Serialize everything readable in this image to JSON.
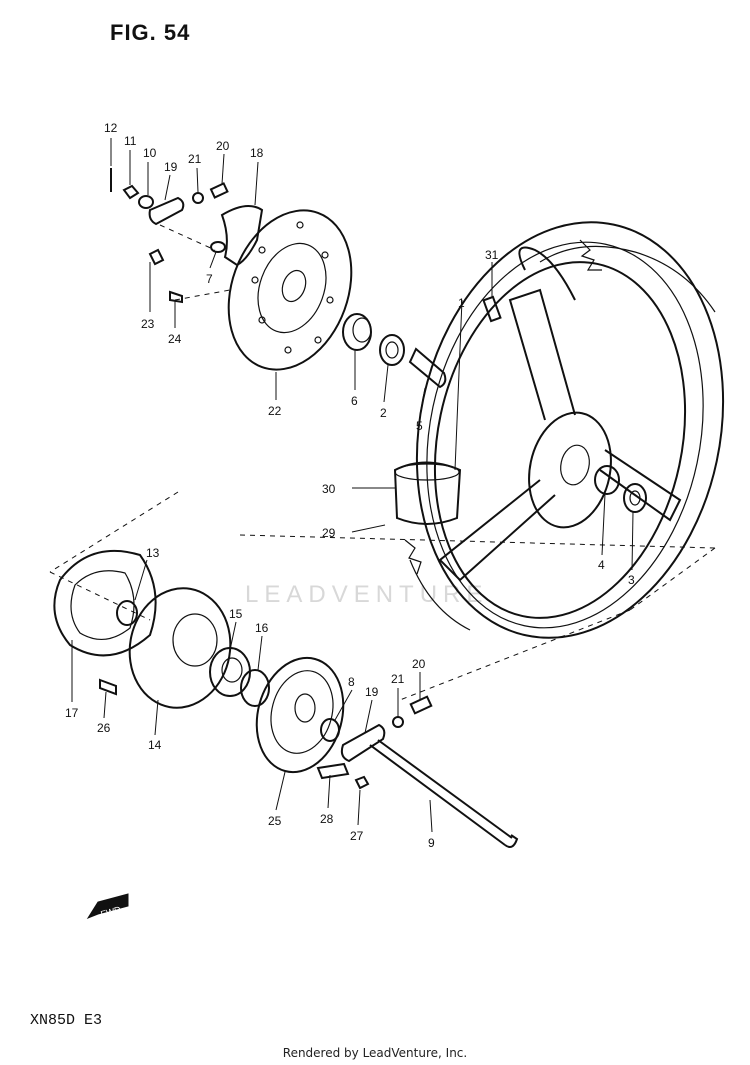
{
  "figure": {
    "title": "FIG. 54",
    "model": "XN85D  E3",
    "footer": "Rendered by LeadVenture, Inc.",
    "watermark": "LEADVENTURE",
    "fwd_tag": "FWD"
  },
  "callouts": {
    "p1": "1",
    "p2": "2",
    "p3": "3",
    "p4": "4",
    "p5": "5",
    "p6": "6",
    "p7": "7",
    "p8": "8",
    "p9": "9",
    "p10": "10",
    "p11": "11",
    "p12": "12",
    "p13": "13",
    "p14": "14",
    "p15": "15",
    "p16": "16",
    "p17": "17",
    "p18": "18",
    "p19a": "19",
    "p19b": "19",
    "p20a": "20",
    "p20b": "20",
    "p21a": "21",
    "p21b": "21",
    "p22": "22",
    "p23": "23",
    "p24": "24",
    "p25": "25",
    "p26": "26",
    "p27": "27",
    "p28": "28",
    "p29": "29",
    "p30": "30",
    "p31": "31"
  }
}
